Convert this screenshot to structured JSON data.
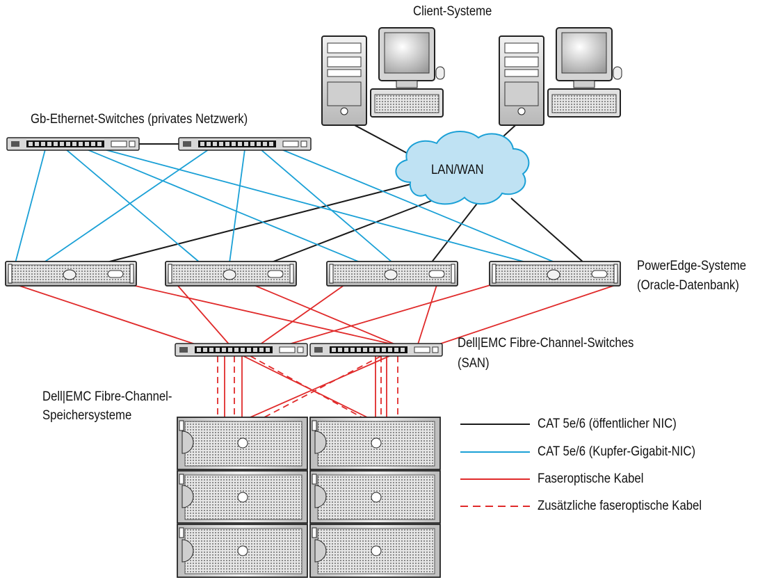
{
  "labels": {
    "clients": "Client-Systeme",
    "gb_switches": "Gb-Ethernet-Switches (privates Netzwerk)",
    "lan_wan": "LAN/WAN",
    "poweredge_line1": "PowerEdge-Systeme",
    "poweredge_line2": "(Oracle-Datenbank)",
    "fc_switches_line1": "Dell|EMC Fibre-Channel-Switches",
    "fc_switches_line2": "(SAN)",
    "storage_line1": "Dell|EMC Fibre-Channel-",
    "storage_line2": "Speichersysteme"
  },
  "legend": [
    {
      "label": "CAT 5e/6 (öffentlicher NIC)",
      "color": "#1a1a1a",
      "style": "solid"
    },
    {
      "label": "CAT 5e/6 (Kupfer-Gigabit-NIC)",
      "color": "#1aa0d6",
      "style": "solid"
    },
    {
      "label": "Faseroptische Kabel",
      "color": "#e02a2a",
      "style": "solid"
    },
    {
      "label": "Zusätzliche faseroptische Kabel",
      "color": "#e02a2a",
      "style": "dashed"
    }
  ],
  "colors": {
    "public_nic": "#1a1a1a",
    "copper_nic": "#1aa0d6",
    "fiber": "#e02a2a",
    "cloud_fill": "#bfe2f3",
    "cloud_stroke": "#1aa0d6",
    "device_fill": "#dcdcdc"
  },
  "icons": {
    "clients": "desktop-computer-icon",
    "gb_switches": "ethernet-switch-icon",
    "lan_wan": "network-cloud-icon",
    "servers": "rack-server-icon",
    "fc_switches": "fibre-channel-switch-icon",
    "storage": "storage-array-icon"
  }
}
